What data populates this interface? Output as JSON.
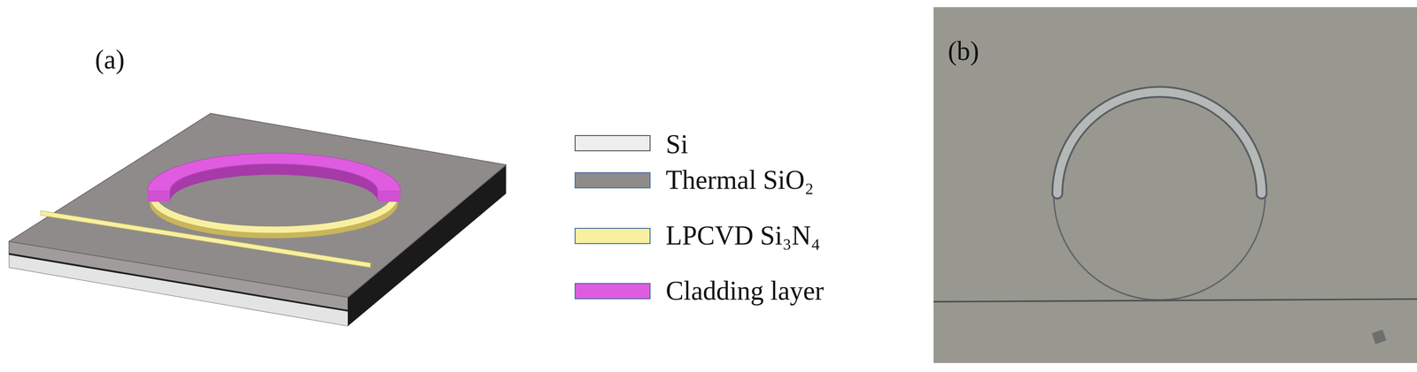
{
  "diagram": {
    "labels": [
      "(a)",
      "(b)"
    ],
    "legend": [
      {
        "text": "Si",
        "color": "#eeeeee"
      },
      {
        "text": "Thermal SiO₂",
        "color": "#8f8b8b"
      },
      {
        "text": "LPCVD Si₃N₄",
        "color": "#f8f0a0"
      },
      {
        "text": "Cladding layer",
        "color": "#df5ce0"
      }
    ]
  }
}
